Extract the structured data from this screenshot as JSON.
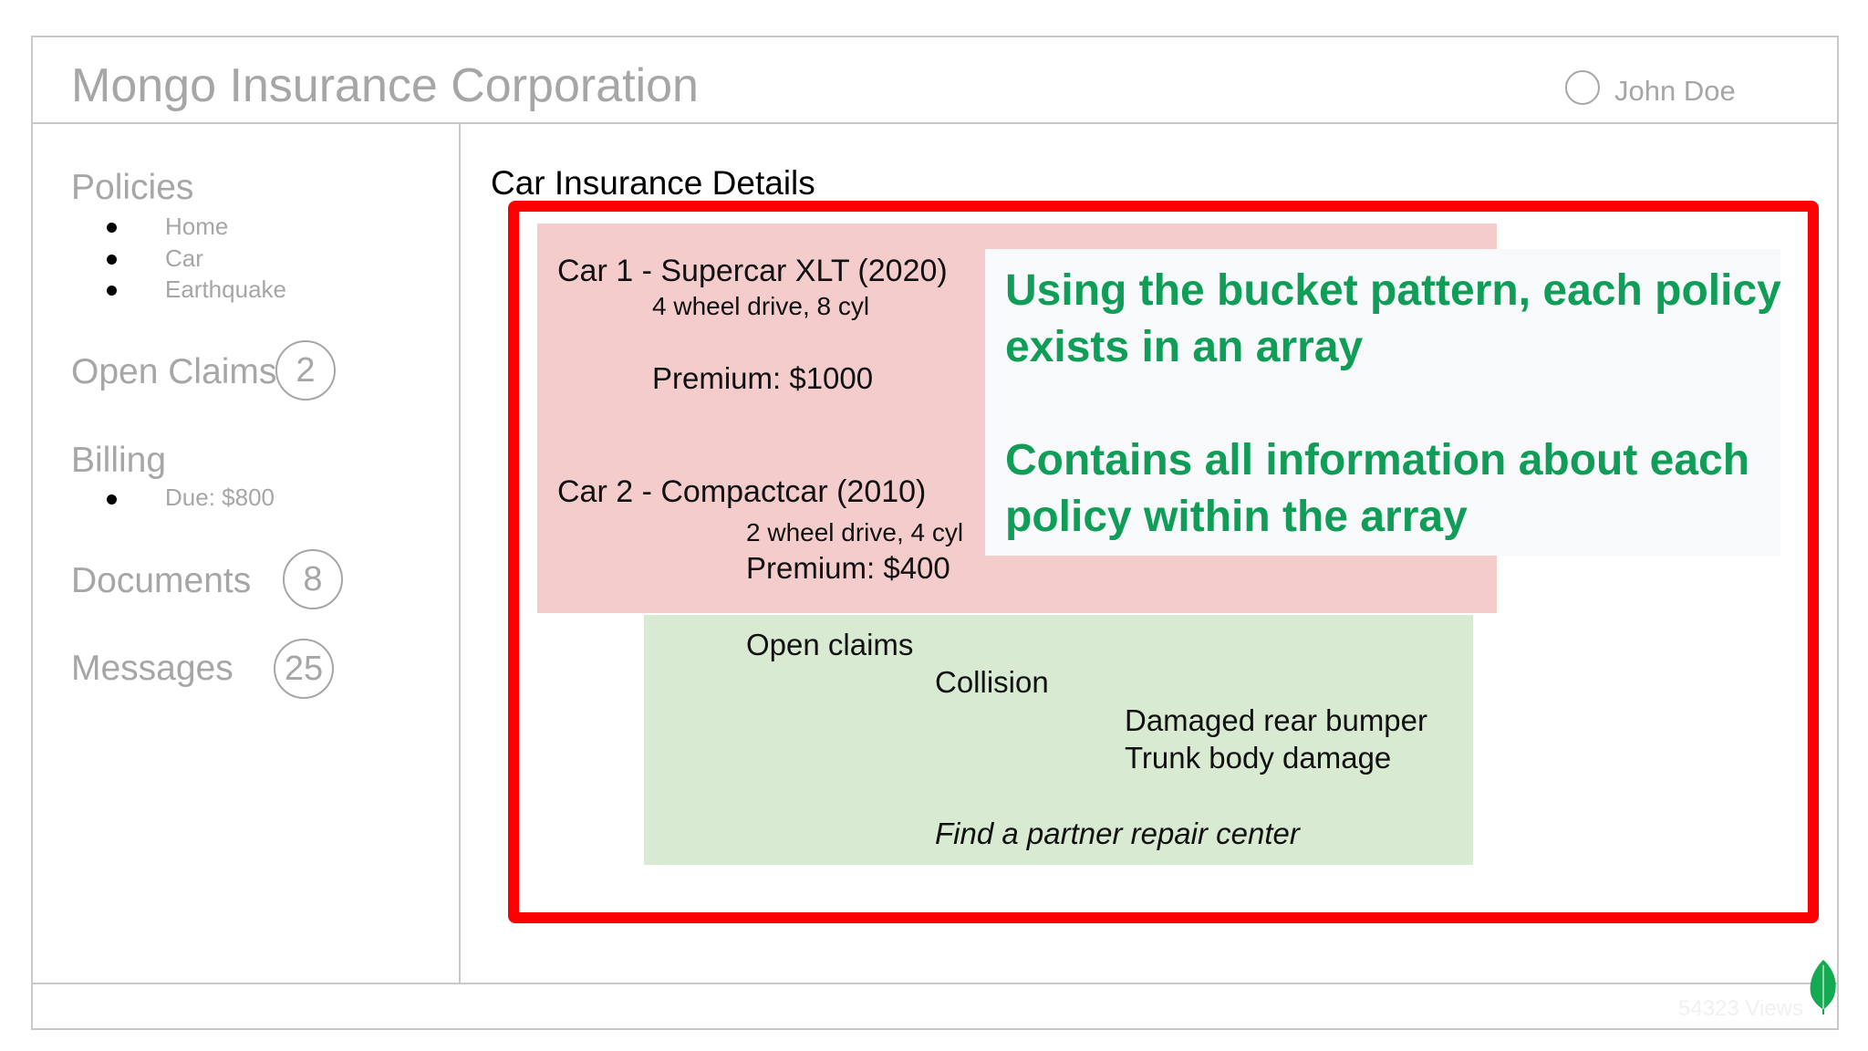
{
  "header": {
    "app_title": "Mongo Insurance Corporation",
    "user_name": "John Doe"
  },
  "sidebar": {
    "policies": {
      "heading": "Policies",
      "items": [
        "Home",
        "Car",
        "Earthquake"
      ]
    },
    "open_claims": {
      "heading": "Open Claims",
      "count": "2"
    },
    "billing": {
      "heading": "Billing",
      "items": [
        "Due: $800"
      ]
    },
    "documents": {
      "heading": "Documents",
      "count": "8"
    },
    "messages": {
      "heading": "Messages",
      "count": "25"
    }
  },
  "main": {
    "title": "Car Insurance Details",
    "cars": [
      {
        "name": "Car 1 - Supercar XLT (2020)",
        "specs": "4 wheel drive, 8 cyl",
        "premium": "Premium: $1000"
      },
      {
        "name": "Car 2 - Compactcar (2010)",
        "specs": "2 wheel drive, 4 cyl",
        "premium": "Premium: $400"
      }
    ],
    "claims": {
      "heading": "Open claims",
      "type": "Collision",
      "details": [
        "Damaged rear bumper",
        "Trunk body damage"
      ],
      "link": "Find a partner repair center"
    }
  },
  "annotation": {
    "line1": "Using the bucket pattern, each policy",
    "line2": "exists in an array",
    "line3": "Contains all information about each",
    "line4": "policy within the array"
  },
  "footer": {
    "views": "54323 Views"
  },
  "colors": {
    "highlight_frame": "#ff0000",
    "callout_text": "#0f9d58",
    "policy_bg": "#f4cccc",
    "claims_bg": "#d9ead3",
    "muted_text": "#a6a6a6"
  }
}
